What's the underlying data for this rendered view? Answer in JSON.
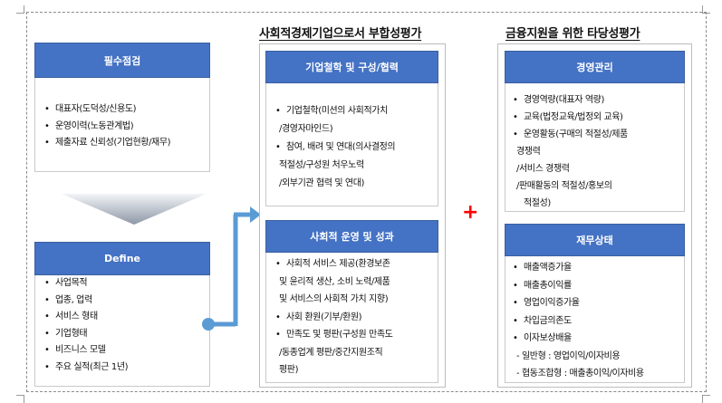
{
  "columns": {
    "middle_title": "사회적경제기업으로서 부합성평가",
    "right_title": "금융지원을 위한 타당성평가"
  },
  "left": {
    "required": {
      "header": "필수점검",
      "items": [
        "대표자(도덕성/신용도)",
        "운영이력(노동관계법)",
        "제출자료 신뢰성(기업현황/재무)"
      ]
    },
    "define": {
      "header": "Define",
      "items": [
        "사업목적",
        "업종, 업력",
        "서비스 형태",
        "기업형태",
        "비즈니스 모델",
        "주요 실적(최근 1년)"
      ]
    }
  },
  "middle": {
    "philosophy": {
      "header": "기업철학 및 구성/협력",
      "items": [
        "기업철학(미션의 사회적가치",
        "/경영자마인드)",
        "참여, 배려 및 연대(의사결정의",
        "적절성/구성원 처우노력",
        "/외부기관 협력 및 연대)"
      ]
    },
    "operation": {
      "header": "사회적 운영 및 성과",
      "items": [
        "사회적 서비스 제공(환경보존",
        "및 윤리적 생산, 소비 노력/제품",
        "및 서비스의 사회적 가치 지향)",
        "사회 환원(기부/환원)",
        "만족도 및 평판(구성원 만족도",
        "/동종업계 평판/중간지원조직",
        "평판)"
      ]
    }
  },
  "right": {
    "management": {
      "header": "경영관리",
      "items": [
        "경영역량(대표자 역량)",
        "교육(법정교육/법정외 교육)",
        "운영활동(구매의 적절성/제품",
        "경쟁력",
        "/서비스 경쟁력",
        "/판매활동의 적절성/홍보의",
        "적절성)"
      ]
    },
    "finance": {
      "header": "재무상태",
      "items": [
        "매출액증가율",
        "매출총이익률",
        "영업이익증가율",
        "차입금의존도",
        "이자보상배율",
        "- 일반형 : 영업이익/이자비용",
        "- 협동조합형 : 매출총이익/이자비용"
      ]
    }
  },
  "plus_sign": "+",
  "colors": {
    "header_blue": "#4472c4",
    "plus_red": "#ff0000",
    "connector_blue": "#5b9bd5"
  }
}
